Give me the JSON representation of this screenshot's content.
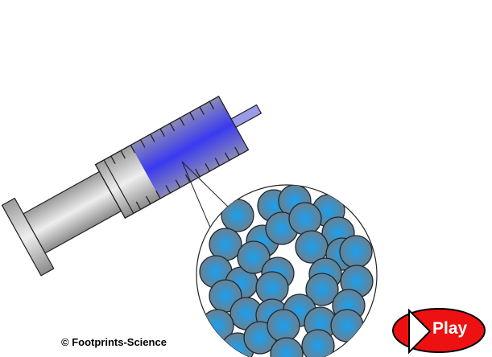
{
  "diagram": {
    "subject": "syringe-with-gas-particles",
    "syringe": {
      "barrel_fill_color": "#4444ee",
      "plunger_color": "#c8c8c8",
      "graduation_marks": 18
    },
    "magnifier": {
      "particle_color": "#2196e0",
      "particle_edge_color": "#5a7a8c"
    }
  },
  "footer": {
    "credit": "© Footprints-Science"
  },
  "controls": {
    "play_label": "Play",
    "play_color": "#ee1111"
  }
}
